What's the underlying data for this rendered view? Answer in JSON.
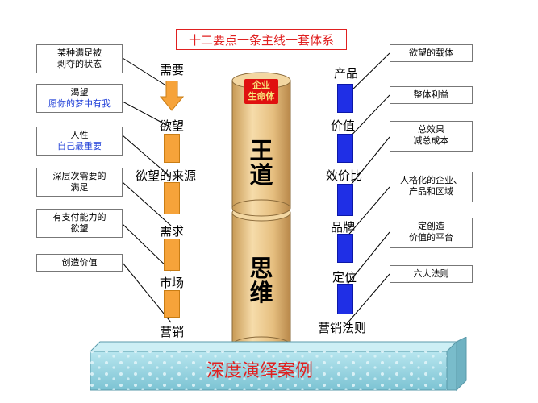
{
  "title": "十二要点一条主线一套体系",
  "left_notes": [
    {
      "line1": "某种满足被",
      "line2": "剥夺的状态",
      "blue": false
    },
    {
      "line1": "渴望",
      "line2": "愿你的梦中有我",
      "blue": true
    },
    {
      "line1": "人性",
      "line2": "自己最重要",
      "blue": true
    },
    {
      "line1": "深层次需要的",
      "line2": "满足",
      "blue": false
    },
    {
      "line1": "有支付能力的",
      "line2": "欲望",
      "blue": false
    },
    {
      "line1": "创造价值",
      "line2": "",
      "blue": false
    }
  ],
  "left_steps": [
    "需要",
    "欲望",
    "欲望的来源",
    "需求",
    "市场",
    "营销"
  ],
  "right_steps": [
    "产品",
    "价值",
    "效价比",
    "品牌",
    "定位",
    "营销法则"
  ],
  "right_notes": [
    {
      "line1": "欲望的载体",
      "line2": ""
    },
    {
      "line1": "整体利益",
      "line2": ""
    },
    {
      "line1": "总效果",
      "line2": "减总成本"
    },
    {
      "line1": "人格化的企业、",
      "line2": "产品和区域"
    },
    {
      "line1": "定创造",
      "line2": "价值的平台"
    },
    {
      "line1": "六大法则",
      "line2": ""
    }
  ],
  "column": {
    "badge_line1": "企业",
    "badge_line2": "生命体",
    "upper_text": [
      "王",
      "道"
    ],
    "lower_text": [
      "思",
      "维"
    ]
  },
  "base_label": "深度演绎案例",
  "colors": {
    "title_red": "#e02020",
    "orange": "#f6a33a",
    "blue": "#1f2fe6",
    "pillar": "#e9c68a",
    "slab": "#8fd0dc"
  }
}
